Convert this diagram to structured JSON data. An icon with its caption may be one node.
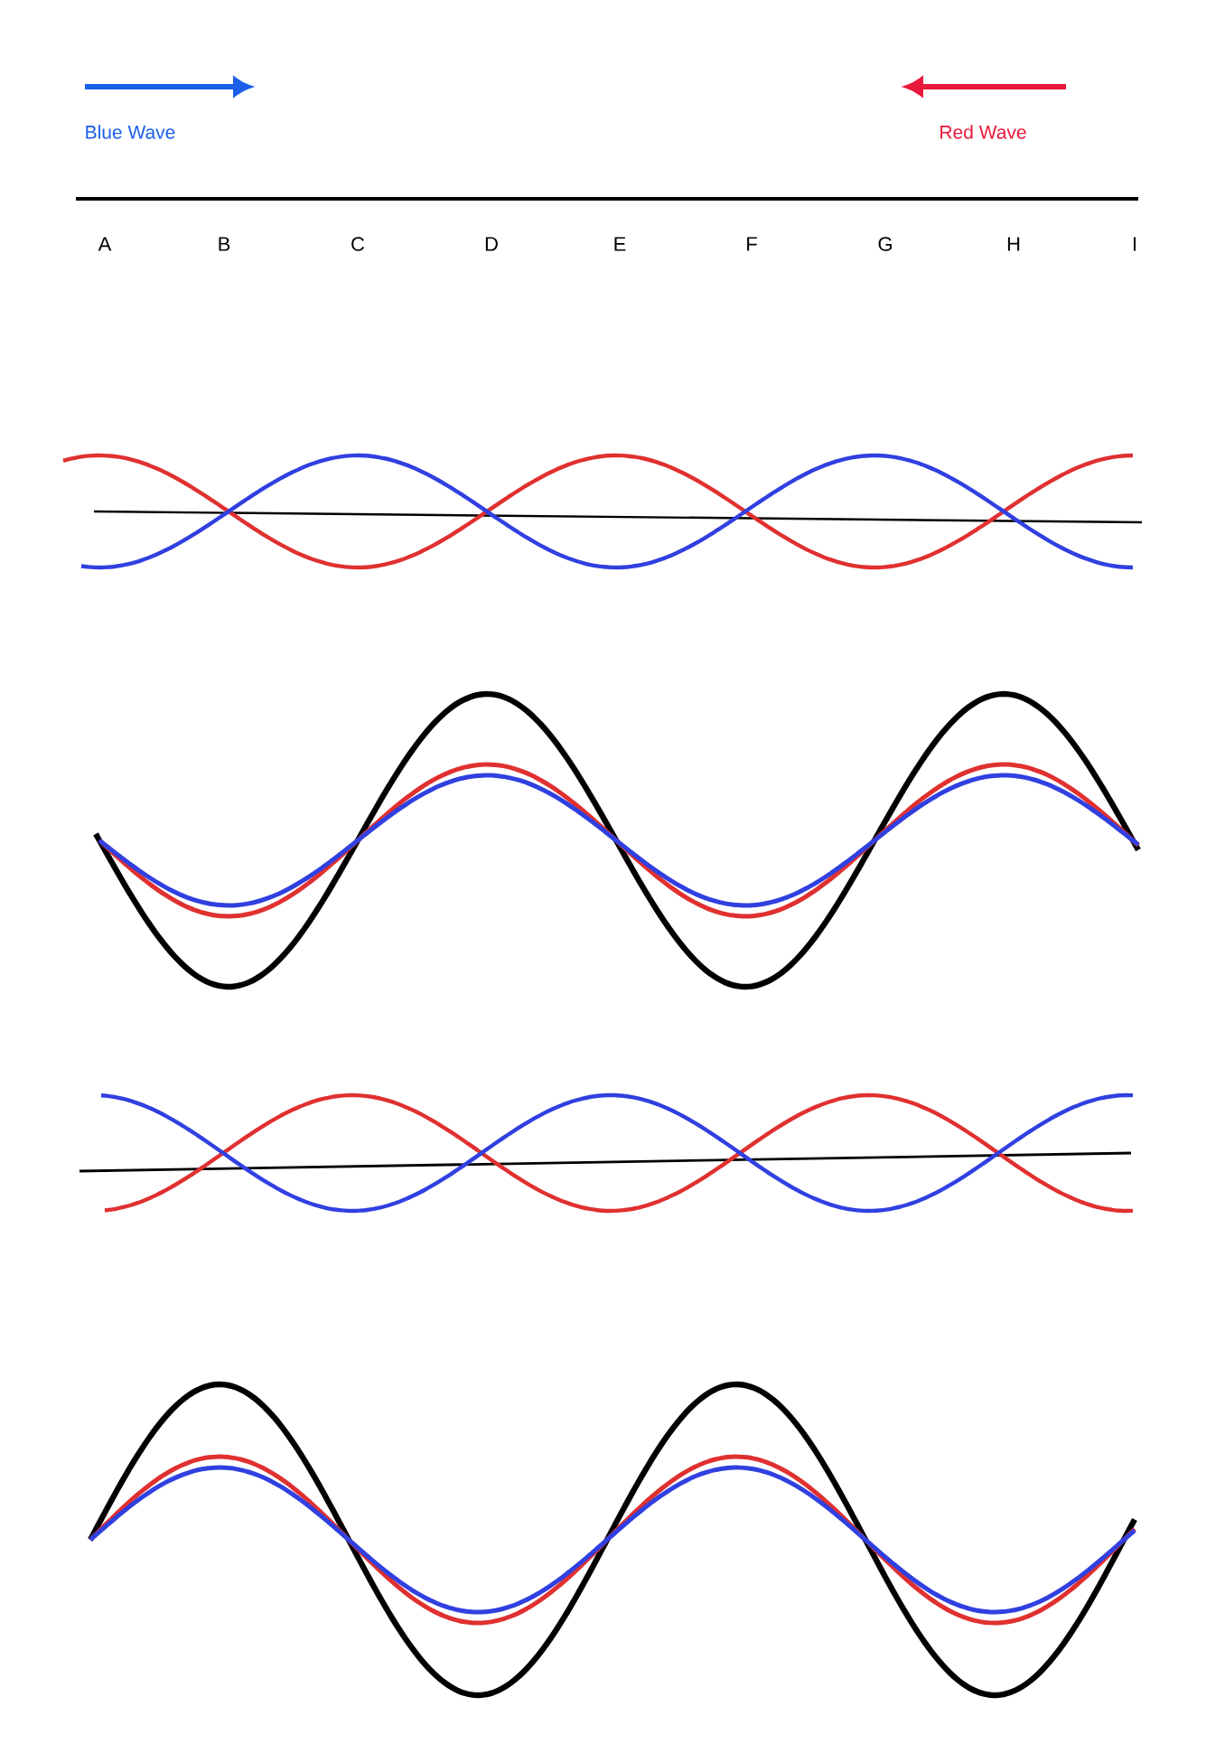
{
  "diagram": {
    "labels": [
      "Blue Wave",
      "Red Wave",
      "A",
      "B",
      "C",
      "D",
      "E",
      "F",
      "G",
      "H",
      "I"
    ]
  }
}
